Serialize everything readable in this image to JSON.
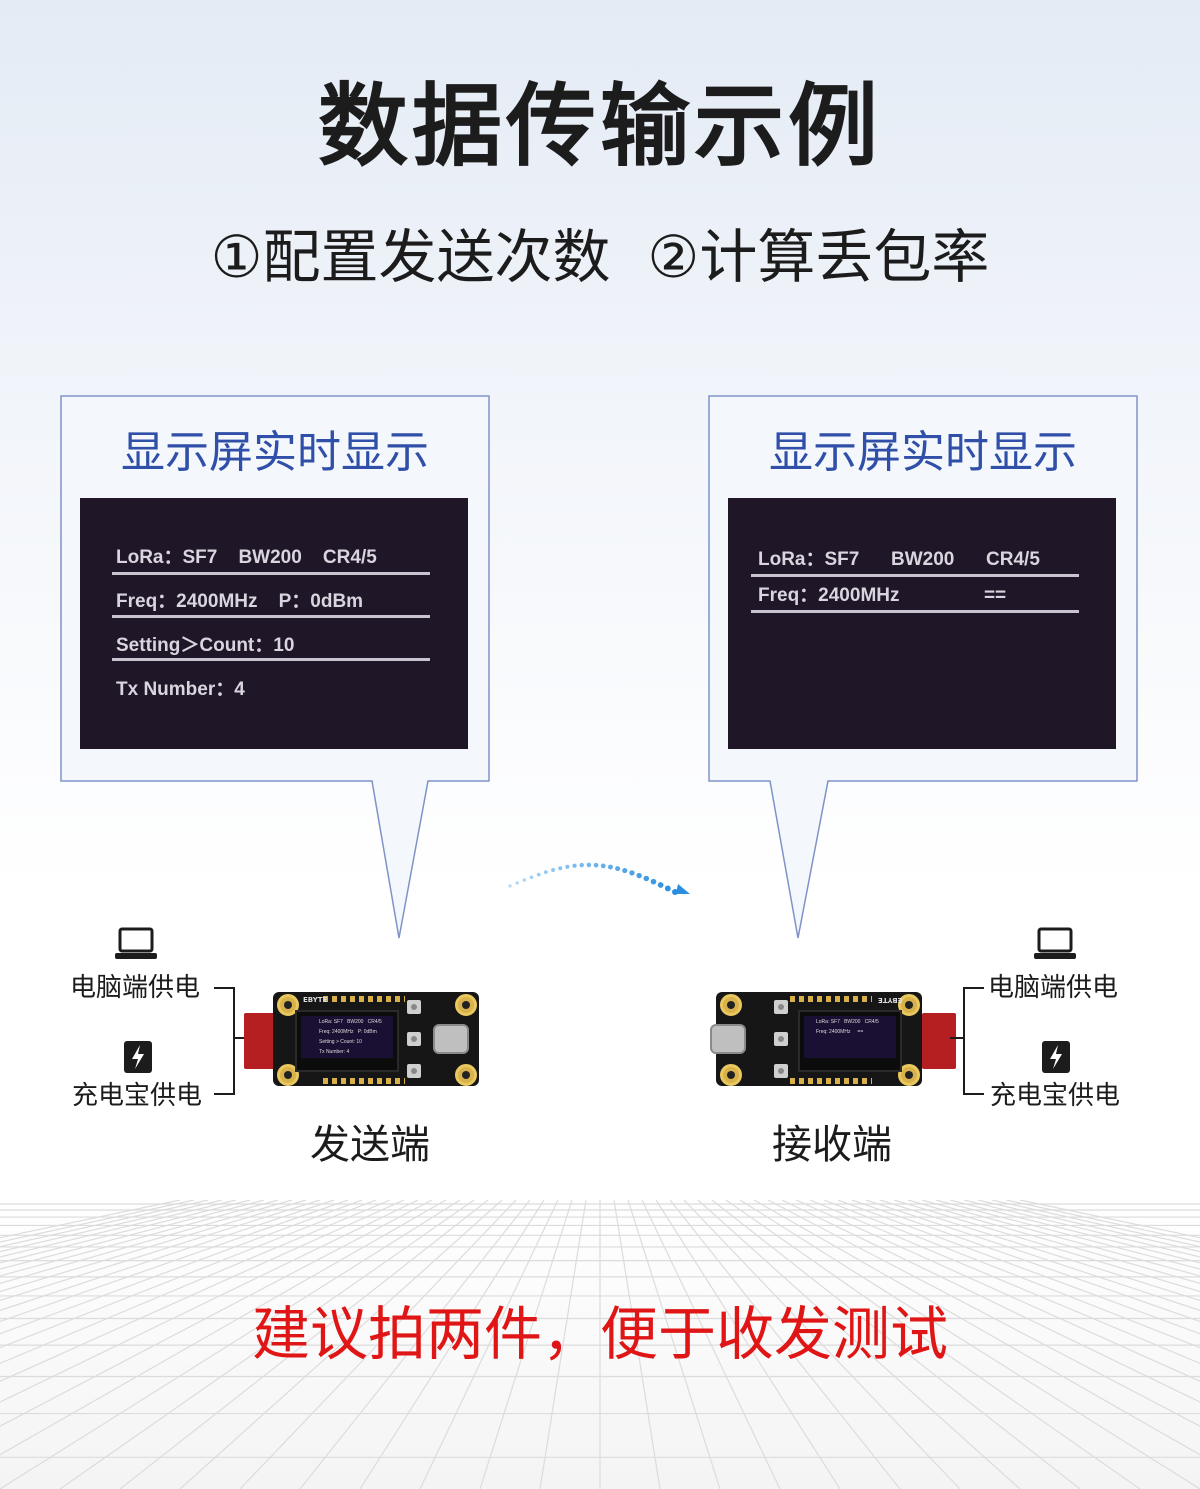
{
  "title": "数据传输示例",
  "subtitle": "①配置发送次数  ②计算丢包率",
  "left_panel": {
    "title": "显示屏实时显示",
    "lines": [
      "LoRa：SF7    BW200    CR4/5",
      "Freq：2400MHz    P：0dBm",
      "Setting＞Count：10",
      "Tx Number：4"
    ]
  },
  "right_panel": {
    "title": "显示屏实时显示",
    "lines": [
      "LoRa：SF7      BW200      CR4/5",
      "Freq：2400MHz                =="
    ]
  },
  "power": {
    "pc": "电脑端供电",
    "powerbank": "充电宝供电"
  },
  "sender_label": "发送端",
  "receiver_label": "接收端",
  "board": {
    "brand": "EBYTE",
    "mini_lines": [
      "LoRa: SF7   BW200   CR4/5",
      "Freq: 2400MHz   P: 0dBm",
      "Setting > Count: 10",
      "Tx Number: 4"
    ],
    "mini_lines_rx": [
      "LoRa: SF7   BW200   CR4/5",
      "Freq: 2400MHz     =="
    ]
  },
  "footer": "建议拍两件，便于收发测试",
  "colors": {
    "panel_title": "#2f4fa8",
    "callout_border": "#7f93c9",
    "screen_bg": "#1f1628",
    "arrow": "#2a8fe0",
    "footer": "#e01515"
  }
}
